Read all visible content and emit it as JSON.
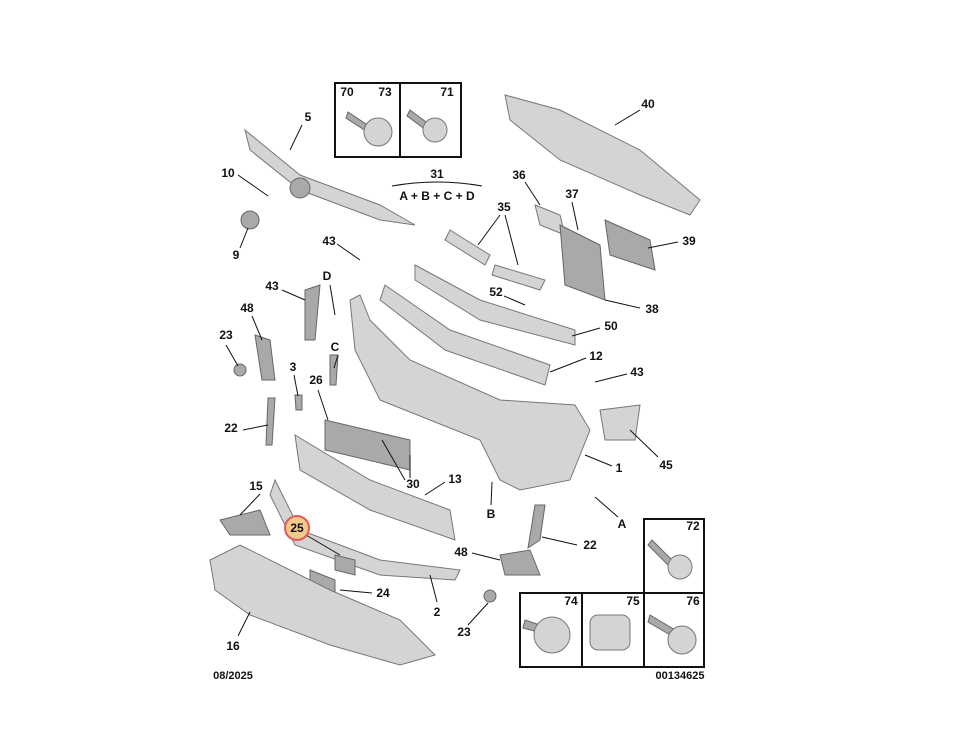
{
  "diagram": {
    "labels": [
      "5",
      "10",
      "9",
      "70",
      "73",
      "71",
      "31",
      "A + B + C + D",
      "40",
      "36",
      "37",
      "35",
      "39",
      "43",
      "D",
      "43",
      "52",
      "38",
      "48",
      "50",
      "C",
      "23",
      "12",
      "3",
      "26",
      "43",
      "22",
      "45",
      "1",
      "15",
      "13",
      "30",
      "B",
      "A",
      "25",
      "22",
      "48",
      "24",
      "2",
      "23",
      "16",
      "72",
      "74",
      "75",
      "76"
    ],
    "highlighted_label": "25",
    "date_code": "08/2025",
    "reference_number": "00134625",
    "highlight_color": "#f4c98a"
  }
}
